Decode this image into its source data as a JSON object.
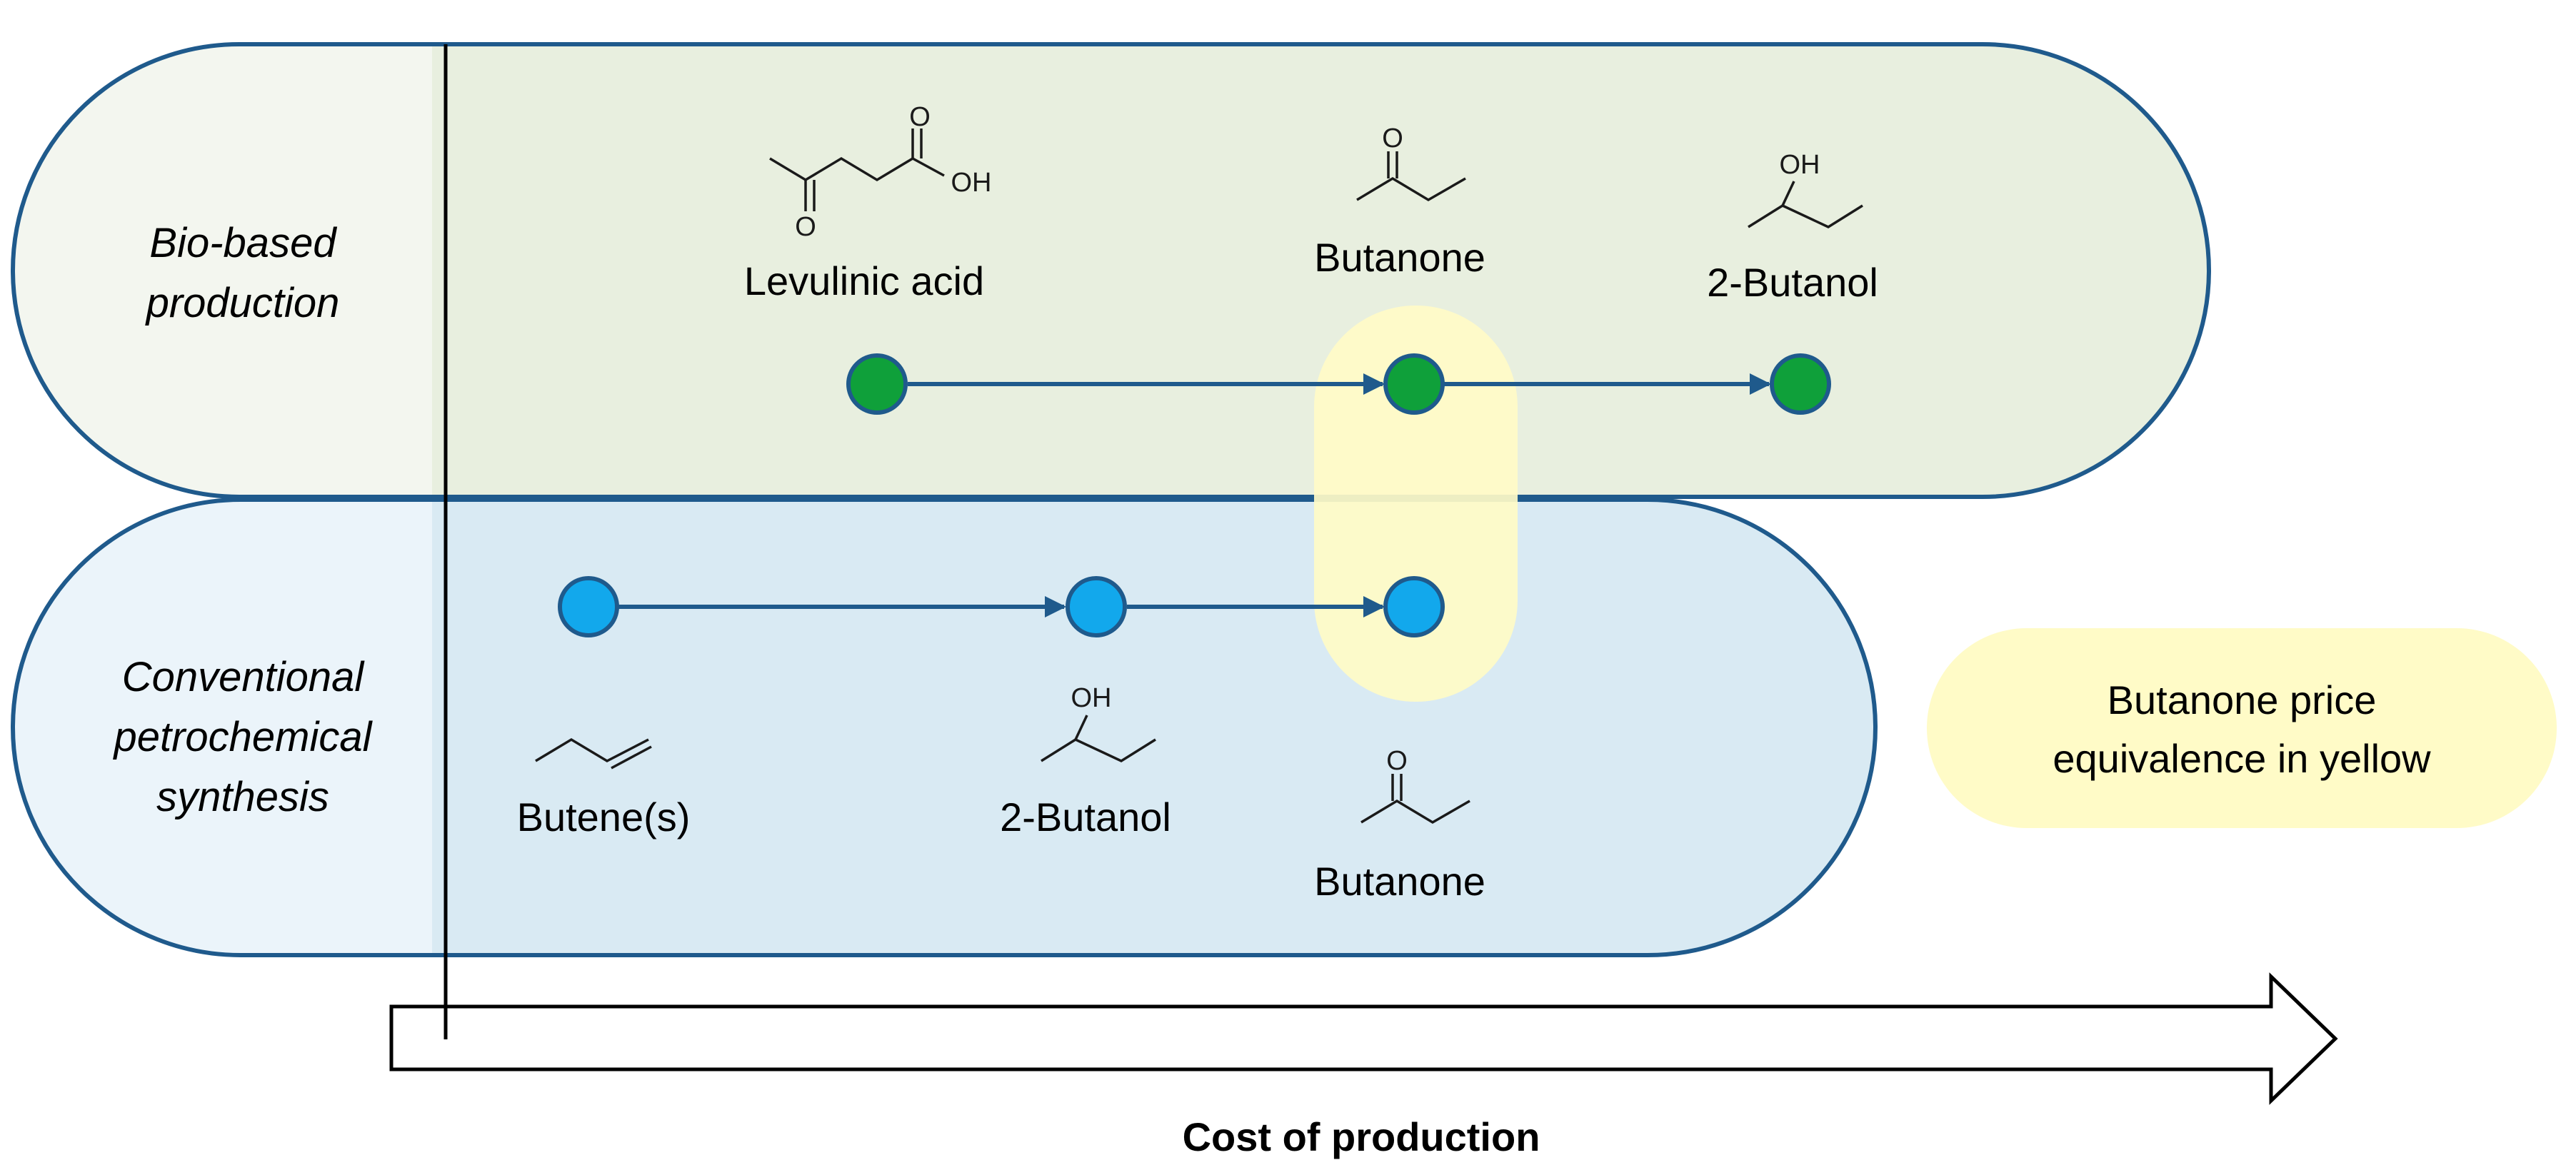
{
  "colors": {
    "outline": "#1f5a8c",
    "bio_panel_fill": "#e8efdf",
    "bio_label_fill": "#f3f6ef",
    "petro_panel_fill": "#d9eaf3",
    "petro_label_fill": "#ebf4fa",
    "highlight": "#fffbc7",
    "node_green": "#0fa03a",
    "node_blue": "#12a8ec",
    "arrow": "#1f5a8c"
  },
  "rows": {
    "bio": {
      "label_line1": "Bio-based",
      "label_line2": "production",
      "nodes": [
        {
          "name": "Levulinic acid",
          "structure": "levulinic-acid-structure",
          "oh": "OH",
          "o1": "O",
          "o2": "O"
        },
        {
          "name": "Butanone",
          "structure": "butanone-structure",
          "o": "O"
        },
        {
          "name": "2-Butanol",
          "structure": "2-butanol-structure",
          "oh": "OH"
        }
      ]
    },
    "petro": {
      "label_line1": "Conventional",
      "label_line2": "petrochemical",
      "label_line3": "synthesis",
      "nodes": [
        {
          "name": "Butene(s)",
          "structure": "butene-structure"
        },
        {
          "name": "2-Butanol",
          "structure": "2-butanol-structure",
          "oh": "OH"
        },
        {
          "name": "Butanone",
          "structure": "butanone-structure",
          "o": "O"
        }
      ]
    }
  },
  "legend": {
    "line1": "Butanone price",
    "line2": "equivalence in yellow"
  },
  "axis": {
    "label": "Cost of production"
  }
}
